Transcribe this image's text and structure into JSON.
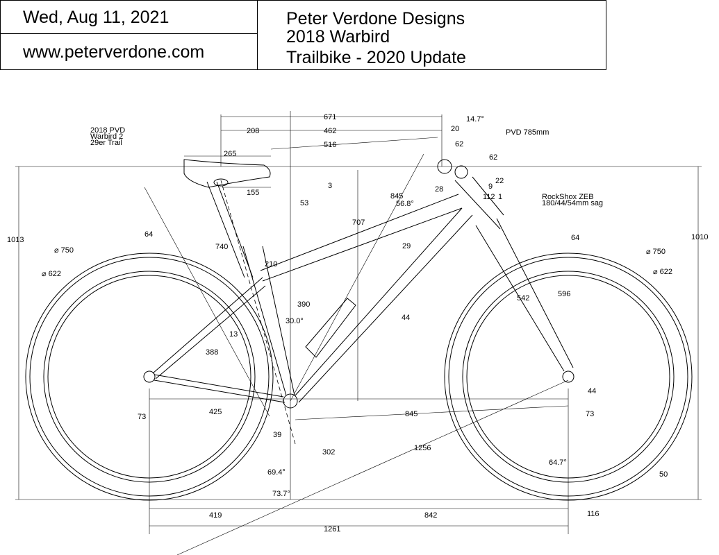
{
  "header": {
    "date": "Wed, Aug 11, 2021",
    "website": "www.peterverdone.com",
    "title_lines": [
      "Peter Verdone Designs",
      "2018 Warbird",
      "Trailbike - 2020 Update"
    ]
  },
  "note_lines": [
    "2018 PVD",
    "Warbird 2",
    "29er Trail"
  ],
  "callouts": {
    "bar": "PVD 785mm",
    "fork_line1": "RockShox ZEB",
    "fork_line2": "180/44/54mm sag"
  },
  "dims": {
    "reach_total": "671",
    "d208": "208",
    "d462": "462",
    "d516": "516",
    "d265": "265",
    "d155": "155",
    "d53": "53",
    "d3": "3",
    "d845a": "845",
    "ang568": "56.8°",
    "d707": "707",
    "d29": "29",
    "d740": "740",
    "d210": "210",
    "d390": "390",
    "ang300": "30.0°",
    "d13": "13",
    "d388": "388",
    "d44a": "44",
    "d64r": "64",
    "d750r": "⌀ 750",
    "d622r": "⌀ 622",
    "d1013": "1013",
    "d1010": "1010",
    "d64f": "64",
    "d750f": "⌀ 750",
    "d622f": "⌀ 622",
    "d542": "542",
    "d596": "596",
    "d44b": "44",
    "d73r": "73",
    "d425": "425",
    "d845b": "845",
    "d73f": "73",
    "d39": "39",
    "d302": "302",
    "d1256": "1256",
    "ang694": "69.4°",
    "ang737": "73.7°",
    "ang647": "64.7°",
    "d50": "50",
    "d419": "419",
    "d842": "842",
    "d116": "116",
    "d1261": "1261",
    "d20": "20",
    "ang147": "14.7°",
    "d62a": "62",
    "d62b": "62",
    "d28": "28",
    "d9": "9",
    "d22": "22",
    "d112": "112",
    "d1": "1"
  }
}
